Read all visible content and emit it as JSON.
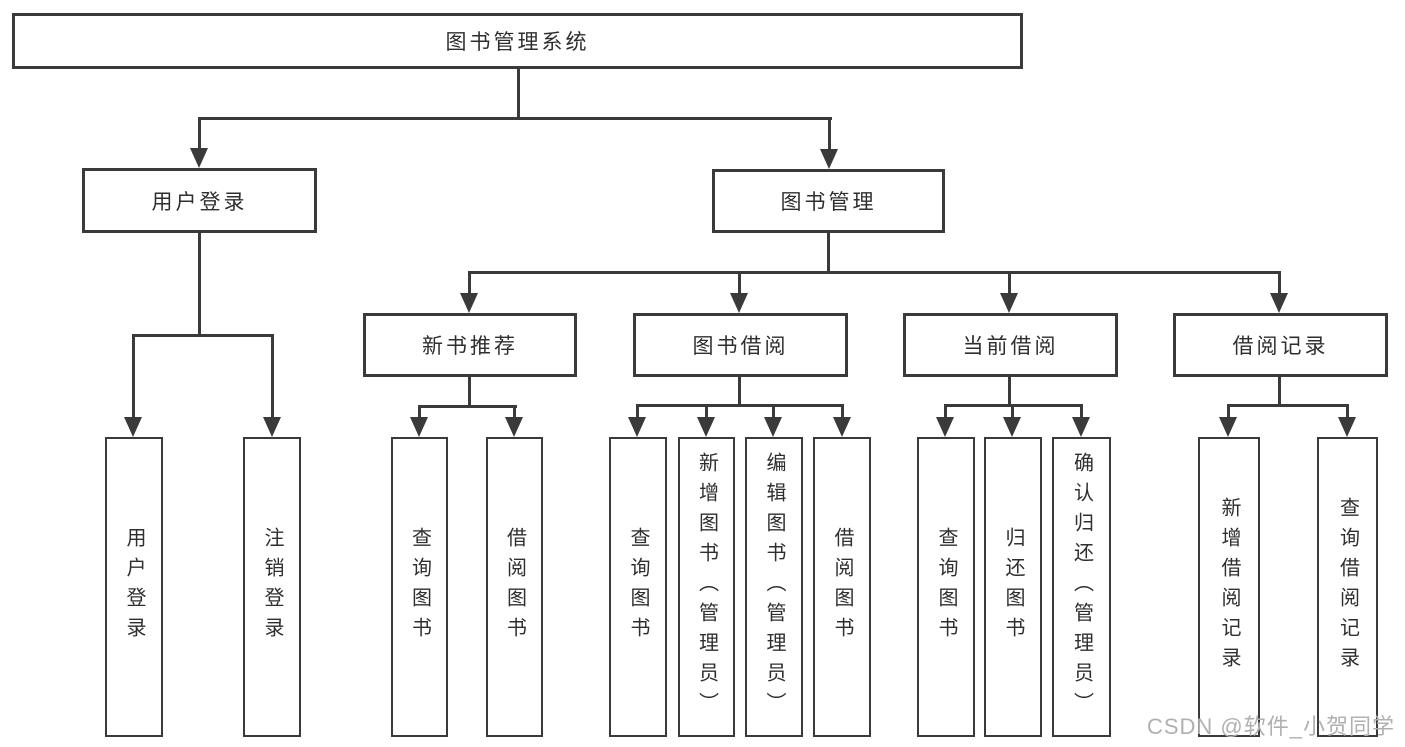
{
  "diagram_type": "hierarchy-tree",
  "tree": {
    "label": "图书管理系统",
    "children": [
      {
        "label": "用户登录",
        "children": [
          {
            "label": "用户登录"
          },
          {
            "label": "注销登录"
          }
        ]
      },
      {
        "label": "图书管理",
        "children": [
          {
            "label": "新书推荐",
            "children": [
              {
                "label": "查询图书"
              },
              {
                "label": "借阅图书"
              }
            ]
          },
          {
            "label": "图书借阅",
            "children": [
              {
                "label": "查询图书"
              },
              {
                "label": "新增图书（管理员）"
              },
              {
                "label": "编辑图书（管理员）"
              },
              {
                "label": "借阅图书"
              }
            ]
          },
          {
            "label": "当前借阅",
            "children": [
              {
                "label": "查询图书"
              },
              {
                "label": "归还图书"
              },
              {
                "label": "确认归还（管理员）"
              }
            ]
          },
          {
            "label": "借阅记录",
            "children": [
              {
                "label": "新增借阅记录"
              },
              {
                "label": "查询借阅记录"
              }
            ]
          }
        ]
      }
    ]
  },
  "watermark": "CSDN @软件_小贺同学",
  "colors": {
    "line": "#3a3a3a",
    "text": "#2f2f2f",
    "background": "#ffffff",
    "watermark": "#b0b0b0"
  }
}
